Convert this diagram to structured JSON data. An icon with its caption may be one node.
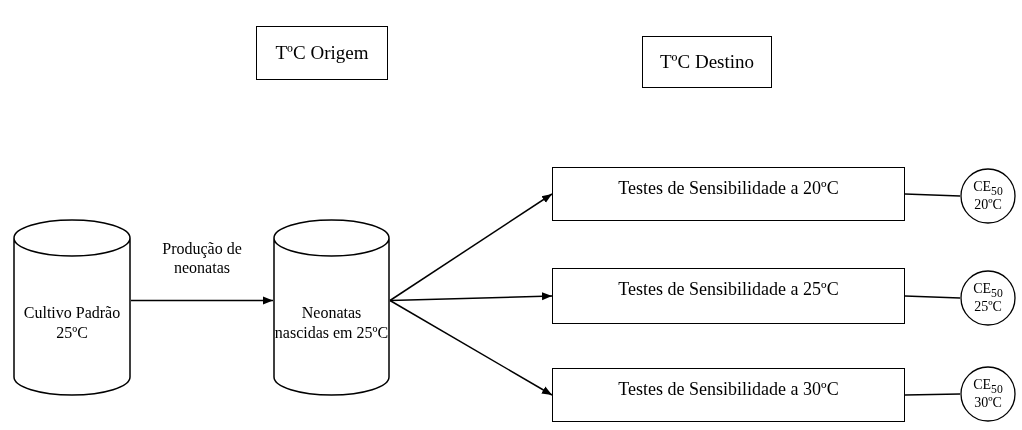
{
  "diagram": {
    "nodes": [
      {
        "text": [
          "TºC Origem"
        ]
      },
      {
        "text": [
          "TºC Destino"
        ]
      },
      {
        "text": [
          "Cultivo Padrão 25ºC"
        ]
      },
      {
        "text": [
          "Neonatas nascidas em 25ºC"
        ]
      },
      {
        "text": [
          "Testes de Sensibilidade a 20ºC"
        ]
      },
      {
        "text": [
          "Testes de Sensibilidade a 25ºC"
        ]
      },
      {
        "text": [
          "Testes de Sensibilidade a 30ºC"
        ]
      },
      {
        "text": [
          "CE$_{50}$ 20ºC"
        ]
      },
      {
        "text": [
          "CE$_{50}$ 25ºC"
        ]
      },
      {
        "text": [
          "CE$_{50}$ 30ºC"
        ]
      }
    ],
    "edges": [
      {
        "from": 2,
        "to": 3,
        "arrow": "to",
        "label": "Produção de neonatas"
      },
      {
        "from": 3,
        "to": 4,
        "arrow": "to"
      },
      {
        "from": 3,
        "to": 5,
        "arrow": "to"
      },
      {
        "from": 3,
        "to": 6,
        "arrow": "to"
      },
      {
        "from": 4,
        "to": 7,
        "arrow": "none"
      },
      {
        "from": 5,
        "to": 8,
        "arrow": "none"
      },
      {
        "from": 6,
        "to": 9,
        "arrow": "none"
      }
    ]
  }
}
